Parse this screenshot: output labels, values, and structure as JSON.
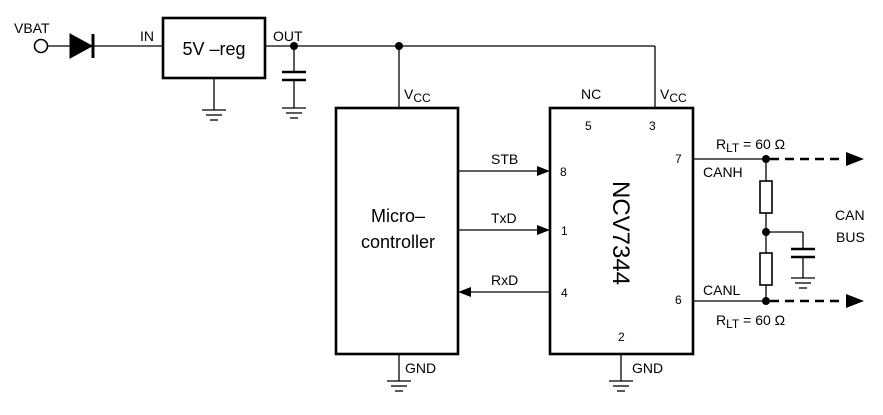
{
  "labels": {
    "vbat": "VBAT",
    "in": "IN",
    "out": "OUT",
    "regulator": "5V –reg",
    "vcc": "V",
    "vcc_sub": "CC",
    "micro_line1": "Micro–",
    "micro_line2": "controller",
    "transceiver": "NCV7344",
    "nc": "NC",
    "gnd": "GND",
    "stb": "STB",
    "txd": "TxD",
    "rxd": "RxD",
    "canh": "CANH",
    "canl": "CANL",
    "can_bus_line1": "CAN",
    "can_bus_line2": "BUS",
    "rlt_r": "R",
    "rlt_sub": "LT",
    "rlt_value": " = 60 Ω"
  },
  "pins": {
    "p5": "5",
    "p3": "3",
    "p8": "8",
    "p1": "1",
    "p4": "4",
    "p7": "7",
    "p6": "6",
    "p2": "2"
  }
}
